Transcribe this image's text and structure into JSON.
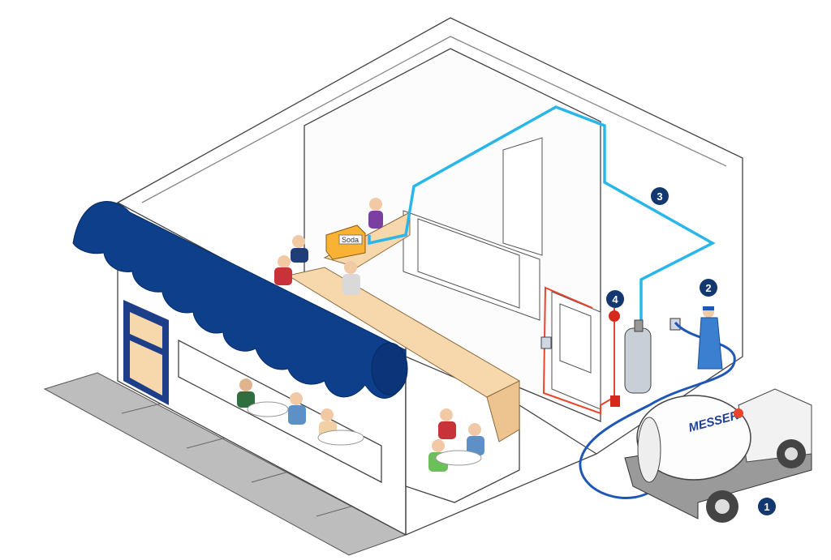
{
  "diagram": {
    "markers": [
      {
        "id": "1",
        "label": "1"
      },
      {
        "id": "2",
        "label": "2"
      },
      {
        "id": "3",
        "label": "3"
      },
      {
        "id": "4",
        "label": "4"
      }
    ],
    "soda_sign": "Soda",
    "truck_brand": "MESSER",
    "colors": {
      "supply_line": "#29b6e8",
      "hose": "#1f57b8",
      "alarm_line": "#e8452c",
      "awning": "#0d3f8a",
      "marker": "#12386f",
      "counter": "#f7d7ac"
    }
  }
}
